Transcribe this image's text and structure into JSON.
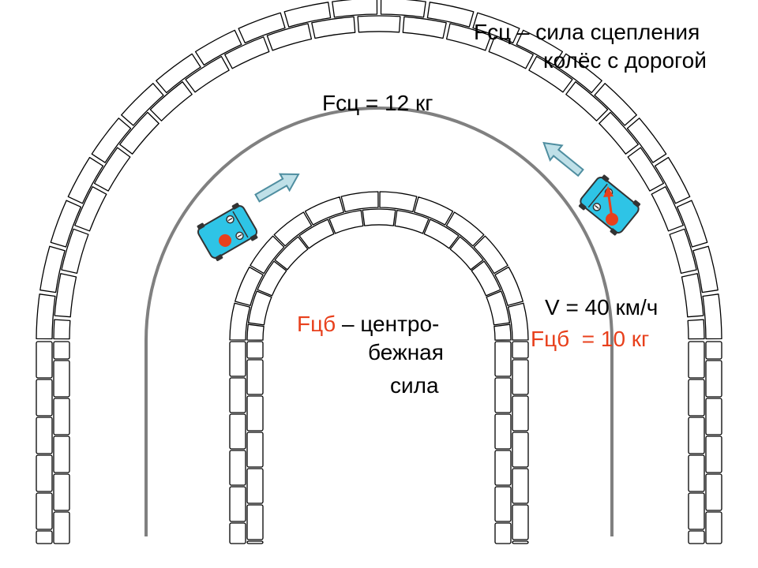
{
  "texts": {
    "fsc_def_line1": "Fсц – сила сцепления",
    "fsc_def_line2": "колёс с дорогой",
    "fsc_value": "Fсц = 12 кг",
    "fcb_term": "Fцб",
    "fcb_def_rest": " – центро-",
    "fcb_def_line2": "бежная",
    "fcb_def_line3": "сила",
    "speed": "V = 40 км/ч",
    "fcb_value_term": "Fцб",
    "fcb_value_rest": "  = 10 кг"
  },
  "colors": {
    "road_block_stroke": "#000000",
    "lane_line": "#808080",
    "car_body": "#2ec4e6",
    "car_outline": "#333333",
    "force_dot": "#e8401c",
    "motion_arrow_fill": "#bfe0e8",
    "motion_arrow_stroke": "#4f8ea0",
    "accent_red": "#e8401c"
  }
}
